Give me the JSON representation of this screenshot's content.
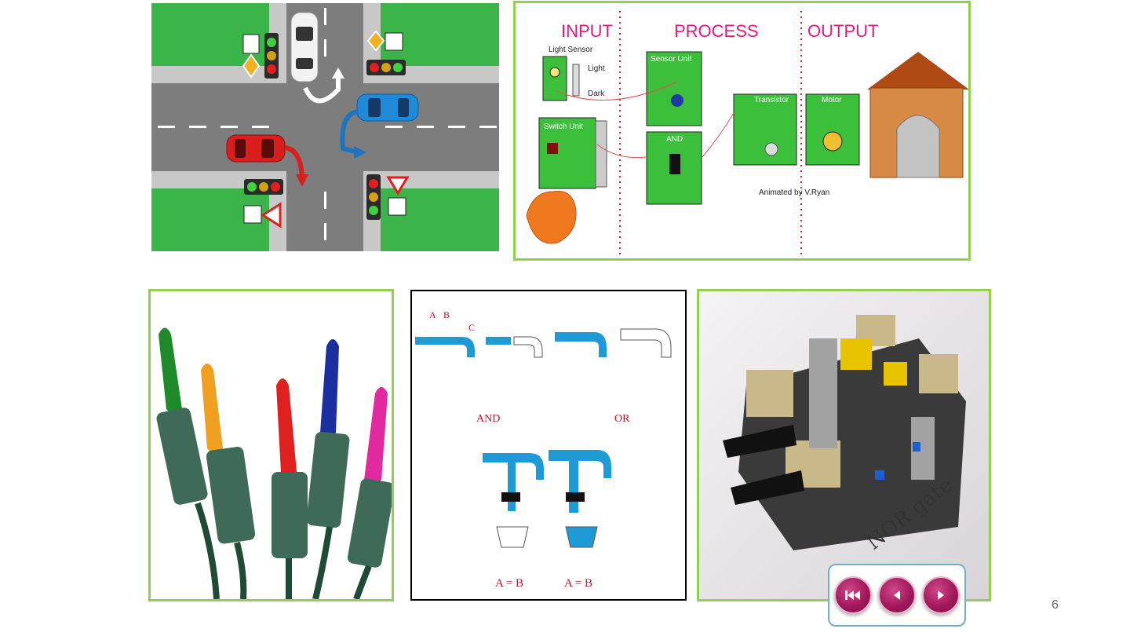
{
  "slide": {
    "page_number": "6"
  },
  "block_diagram": {
    "sections": [
      "INPUT",
      "PROCESS",
      "OUTPUT"
    ],
    "input": {
      "light_sensor_label": "Light Sensor",
      "light_label": "Light",
      "dark_label": "Dark",
      "switch_unit_label": "Switch Unit"
    },
    "process": {
      "sensor_unit_label": "Sensor Unit",
      "and_label": "AND"
    },
    "output": {
      "transistor_label": "Transistor",
      "motor_label": "Motor"
    },
    "credit": "Animated by V.Ryan"
  },
  "water_gates": {
    "top_labels": {
      "a": "A",
      "b": "B",
      "c": "C"
    },
    "and_label": "AND",
    "or_label": "OR",
    "left_equation": "A = B",
    "right_equation": "A = B"
  },
  "lego_photo": {
    "handwritten_label": "NOR gate"
  },
  "navigation": {
    "first_icon": "skip-to-first-icon",
    "prev_icon": "previous-icon",
    "next_icon": "next-icon"
  },
  "colors": {
    "accent_border": "#92d050",
    "nav_button": "#a3195b",
    "diagram_heading": "#e5197b",
    "gate_red": "#c0182b",
    "water_blue": "#1e9bd7"
  }
}
